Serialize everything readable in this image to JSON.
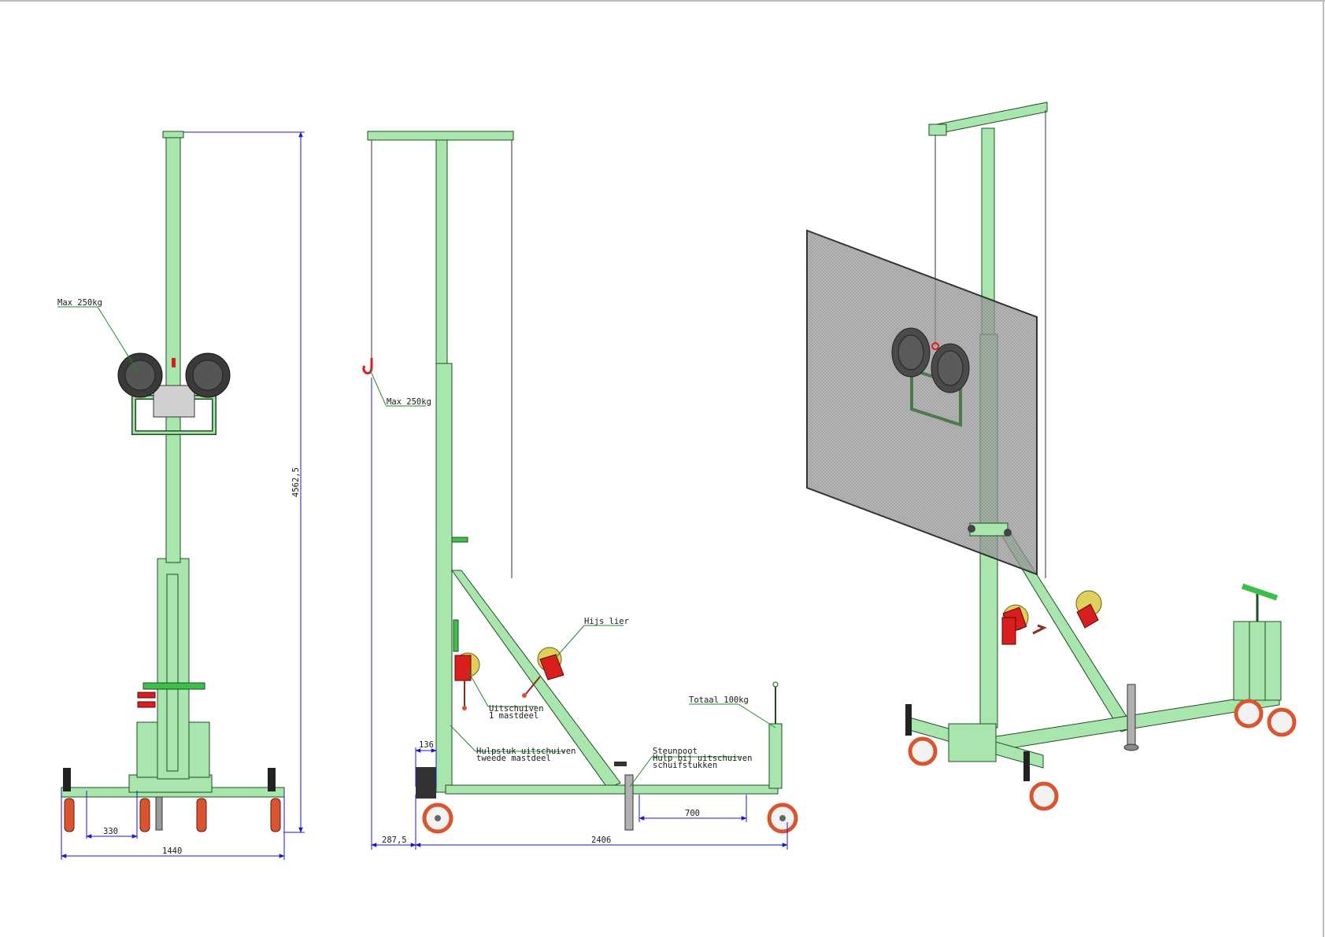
{
  "colors": {
    "frame": "#a9e6ad",
    "frame_stroke": "#1e4d23",
    "dimension": "#1a1acc",
    "leader": "#1f8a2a",
    "winch": "#d91e1e",
    "winch_drum": "#e0cf5a",
    "wheel": "#d9542f",
    "suction": "#3a3a3a",
    "glass": "#8c8c8c"
  },
  "front_view": {
    "label_max_load": "Max 250kg",
    "dim_height": "4562,5",
    "dim_wheel_spacing": "330",
    "dim_width": "1440"
  },
  "side_view": {
    "label_max_load": "Max 250kg",
    "label_winch": "Hijs lier",
    "label_extend_line1": "Uitschuiven",
    "label_extend_line2": "1 mastdeel",
    "label_aid_line1": "Hulpstuk uitschuiven",
    "label_aid_line2": "tweede mastdeel",
    "label_support_line1": "Steunpoot",
    "label_support_line2": "Hulp bij uitschuiven",
    "label_support_line3": "schuifstukken",
    "label_total": "Totaal 100kg",
    "dim_136": "136",
    "dim_700": "700",
    "dim_287": "287,5",
    "dim_2406": "2406"
  },
  "iso_view": {
    "icons": [
      "glass-panel",
      "suction-cup",
      "winch",
      "castor-wheel"
    ]
  }
}
